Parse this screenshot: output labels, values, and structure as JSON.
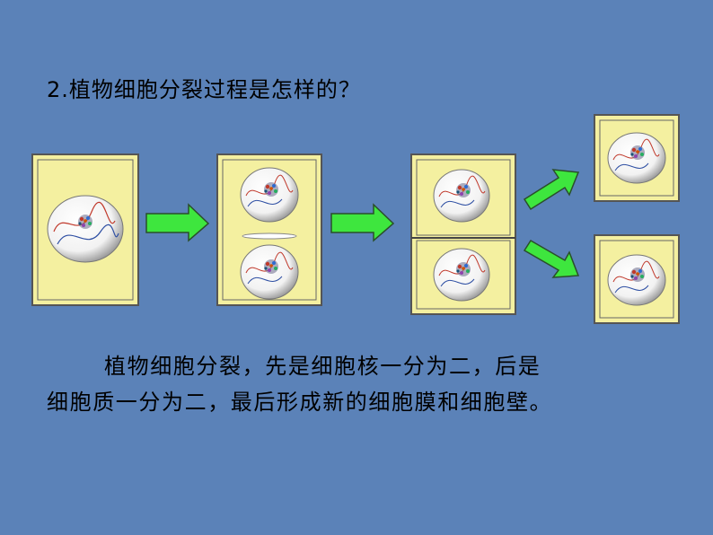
{
  "slide": {
    "question": "2.植物细胞分裂过程是怎样的？",
    "summary_line1": "植物细胞分裂，先是细胞核一分为二，后是",
    "summary_line2": "细胞质一分为二，最后形成新的细胞膜和细胞壁。"
  },
  "diagram": {
    "stages": [
      "cell",
      "nucleus-divided",
      "wall-forming",
      "two-daughter-cells"
    ]
  },
  "colors": {
    "background": "#5b82b8",
    "cell_fill": "#f4f0a0",
    "arrow_fill": "#3ee63e"
  }
}
